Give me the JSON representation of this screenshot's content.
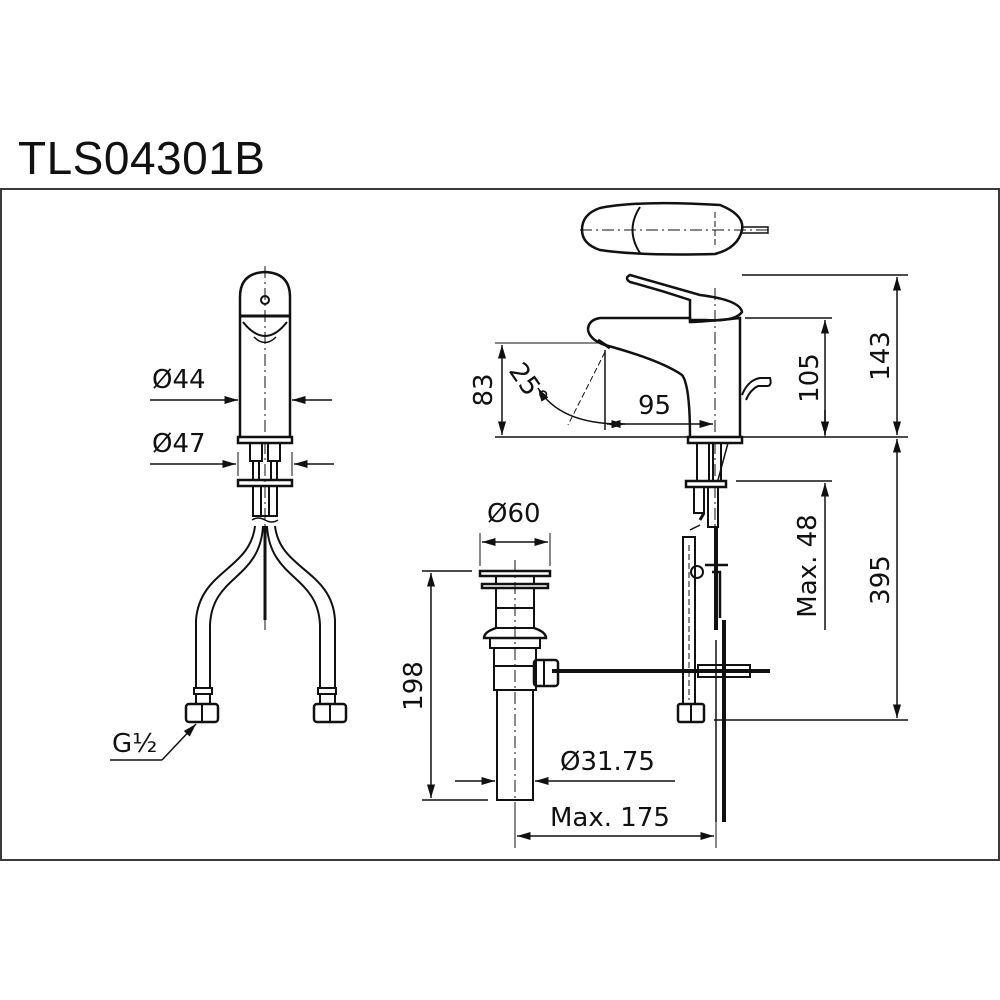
{
  "title": "TLS04301B",
  "colors": {
    "line": "#111111",
    "frame": "#3a3a3a",
    "background": "#ffffff"
  },
  "front_view": {
    "dimensions": {
      "body_diameter": "Ø44",
      "base_diameter": "Ø47",
      "inlet_thread": "G½"
    }
  },
  "side_view": {
    "dimensions": {
      "spout_height": "83",
      "spout_angle": "25°",
      "spout_reach": "95",
      "body_height": "105",
      "total_height": "143",
      "max_deck_thickness": "Max. 48",
      "hose_length": "395"
    }
  },
  "drain_view": {
    "dimensions": {
      "flange_diameter": "Ø60",
      "drain_height": "198",
      "tail_diameter": "Ø31.75",
      "max_rod_reach": "Max. 175"
    }
  }
}
